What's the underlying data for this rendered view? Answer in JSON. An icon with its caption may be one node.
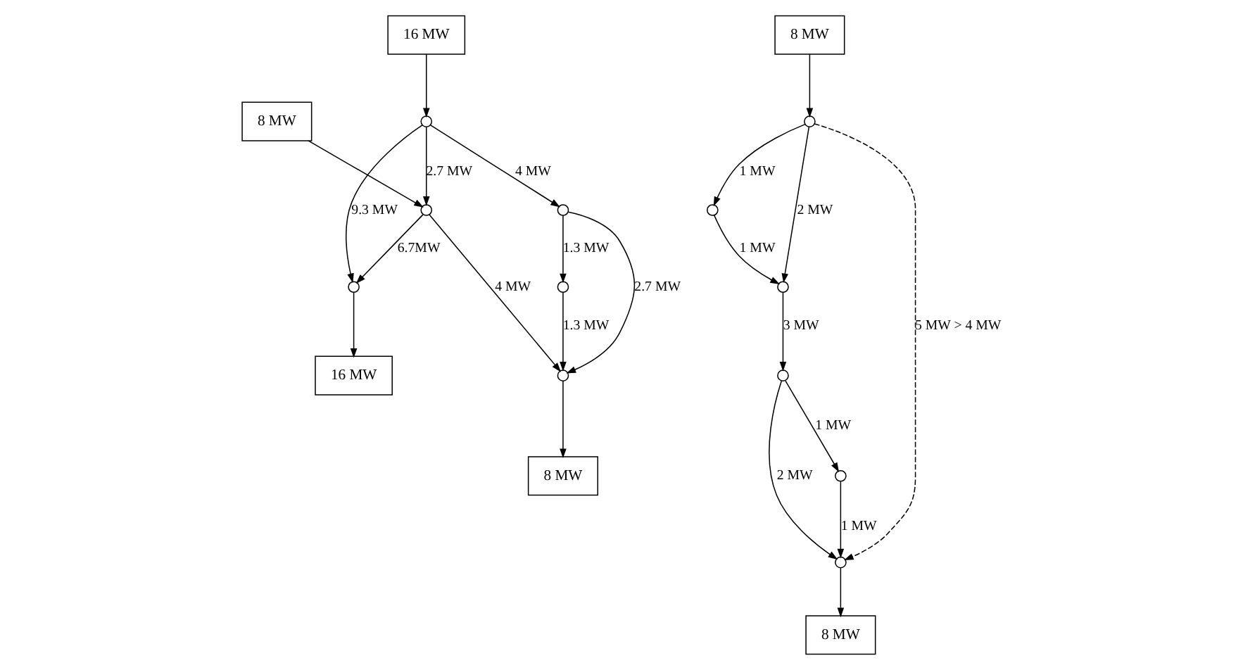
{
  "diagram": {
    "nodes": [
      {
        "text": [
          "16 MW"
        ]
      },
      {
        "text": [
          "8 MW"
        ]
      },
      {
        "text": [],
        "shape": "circle"
      },
      {
        "text": [
          "8 MW"
        ]
      },
      {
        "text": [],
        "shape": "circle"
      },
      {
        "text": [
          "16 MW"
        ]
      },
      {
        "text": [],
        "shape": "circle"
      },
      {
        "text": [],
        "shape": "circle"
      },
      {
        "text": [],
        "shape": "circle"
      },
      {
        "text": [],
        "shape": "circle"
      },
      {
        "text": [],
        "shape": "circle"
      },
      {
        "text": [],
        "shape": "circle"
      },
      {
        "text": [],
        "shape": "circle"
      },
      {
        "text": [],
        "shape": "circle"
      },
      {
        "text": [
          "8 MW"
        ]
      },
      {
        "text": [],
        "shape": "circle"
      },
      {
        "text": [
          "8 MW"
        ]
      },
      {
        "text": [],
        "shape": "circle"
      }
    ],
    "edges": [
      {
        "from": 1,
        "to": 6,
        "arrow": "to"
      },
      {
        "from": 6,
        "to": 2,
        "arrow": "to",
        "label": "1 MW"
      },
      {
        "from": 2,
        "to": 7,
        "arrow": "to",
        "label": "1 MW"
      },
      {
        "from": 6,
        "to": 7,
        "arrow": "to",
        "label": "2 MW"
      },
      {
        "from": 6,
        "to": 10,
        "arrow": "to",
        "label": "5 MW > 4 MW",
        "style": "dashed"
      },
      {
        "from": 7,
        "to": 11,
        "arrow": "to",
        "label": "3 MW"
      },
      {
        "from": 11,
        "to": 10,
        "arrow": "to",
        "label": "2 MW"
      },
      {
        "from": 11,
        "to": 15,
        "arrow": "to",
        "label": "1 MW"
      },
      {
        "from": 15,
        "to": 10,
        "arrow": "to",
        "label": "1 MW"
      },
      {
        "from": 10,
        "to": 14,
        "arrow": "to"
      },
      {
        "from": 3,
        "to": 8,
        "arrow": "to"
      },
      {
        "from": 8,
        "to": 4,
        "arrow": "to",
        "label": "6.7MW"
      },
      {
        "from": 9,
        "to": 4,
        "arrow": "to",
        "label": "9.3 MW"
      },
      {
        "from": 4,
        "to": 0,
        "arrow": "to"
      },
      {
        "from": 5,
        "to": 9,
        "arrow": "to"
      },
      {
        "from": 9,
        "to": 8,
        "arrow": "to",
        "label": "2.7 MW"
      },
      {
        "from": 8,
        "to": 12,
        "arrow": "to",
        "label": "4 MW"
      },
      {
        "from": 9,
        "to": 13,
        "arrow": "to",
        "label": "4 MW"
      },
      {
        "from": 13,
        "to": 12,
        "arrow": "to",
        "label": "2.7 MW"
      },
      {
        "from": 13,
        "to": 17,
        "arrow": "to",
        "label": "1.3 MW"
      },
      {
        "from": 17,
        "to": 12,
        "arrow": "to",
        "label": "1.3 MW"
      },
      {
        "from": 12,
        "to": 16,
        "arrow": "to"
      }
    ]
  }
}
